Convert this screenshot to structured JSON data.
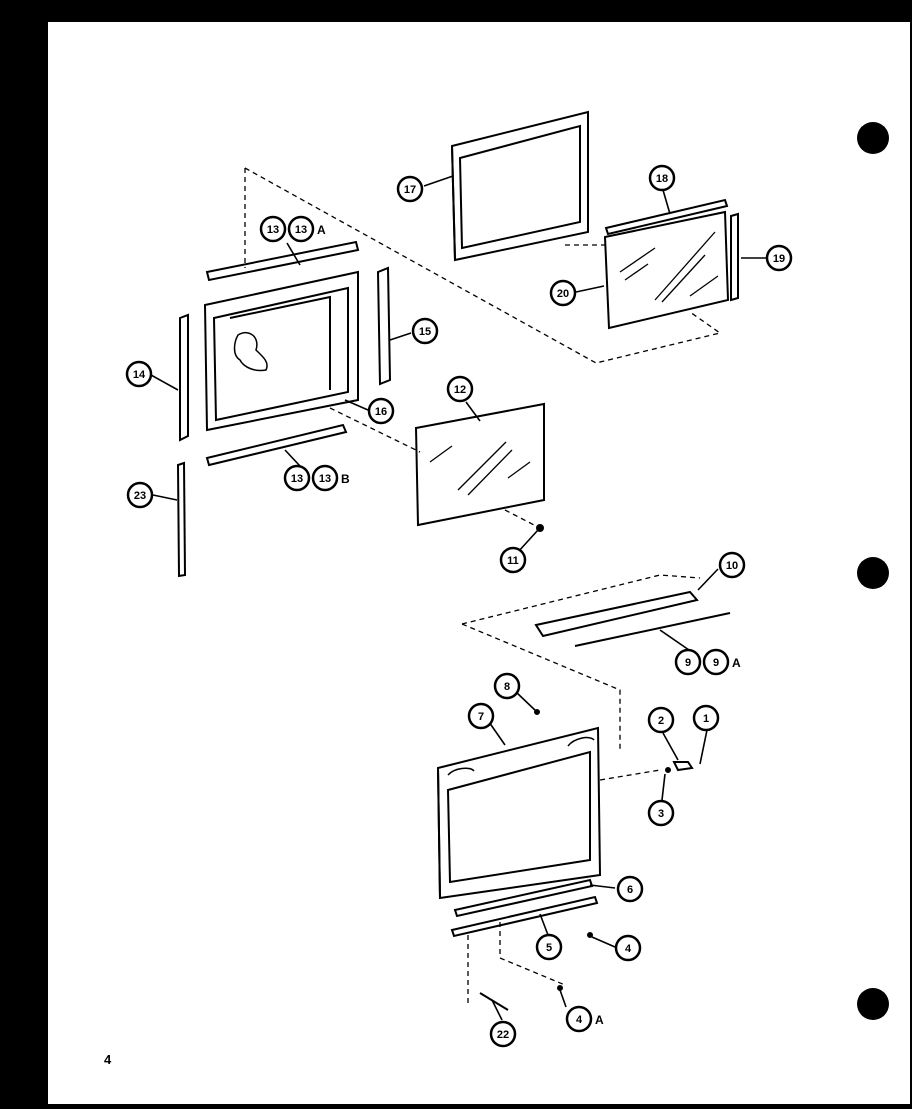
{
  "diagram": {
    "page_number": "4",
    "callouts": {
      "p1": "1",
      "p2": "2",
      "p3": "3",
      "p4": "4",
      "p4a": "4",
      "p4a_suffix": "A",
      "p5": "5",
      "p6": "6",
      "p7": "7",
      "p8": "8",
      "p9": "9",
      "p9a": "9",
      "p9a_suffix": "A",
      "p10": "10",
      "p11": "11",
      "p12": "12",
      "p13": "13",
      "p13a": "13",
      "p13a_suffix": "A",
      "p13_lower": "13",
      "p13b": "13",
      "p13b_suffix": "B",
      "p14": "14",
      "p15": "15",
      "p16": "16",
      "p17": "17",
      "p18": "18",
      "p19": "19",
      "p20": "20",
      "p22": "22",
      "p23": "23"
    }
  }
}
